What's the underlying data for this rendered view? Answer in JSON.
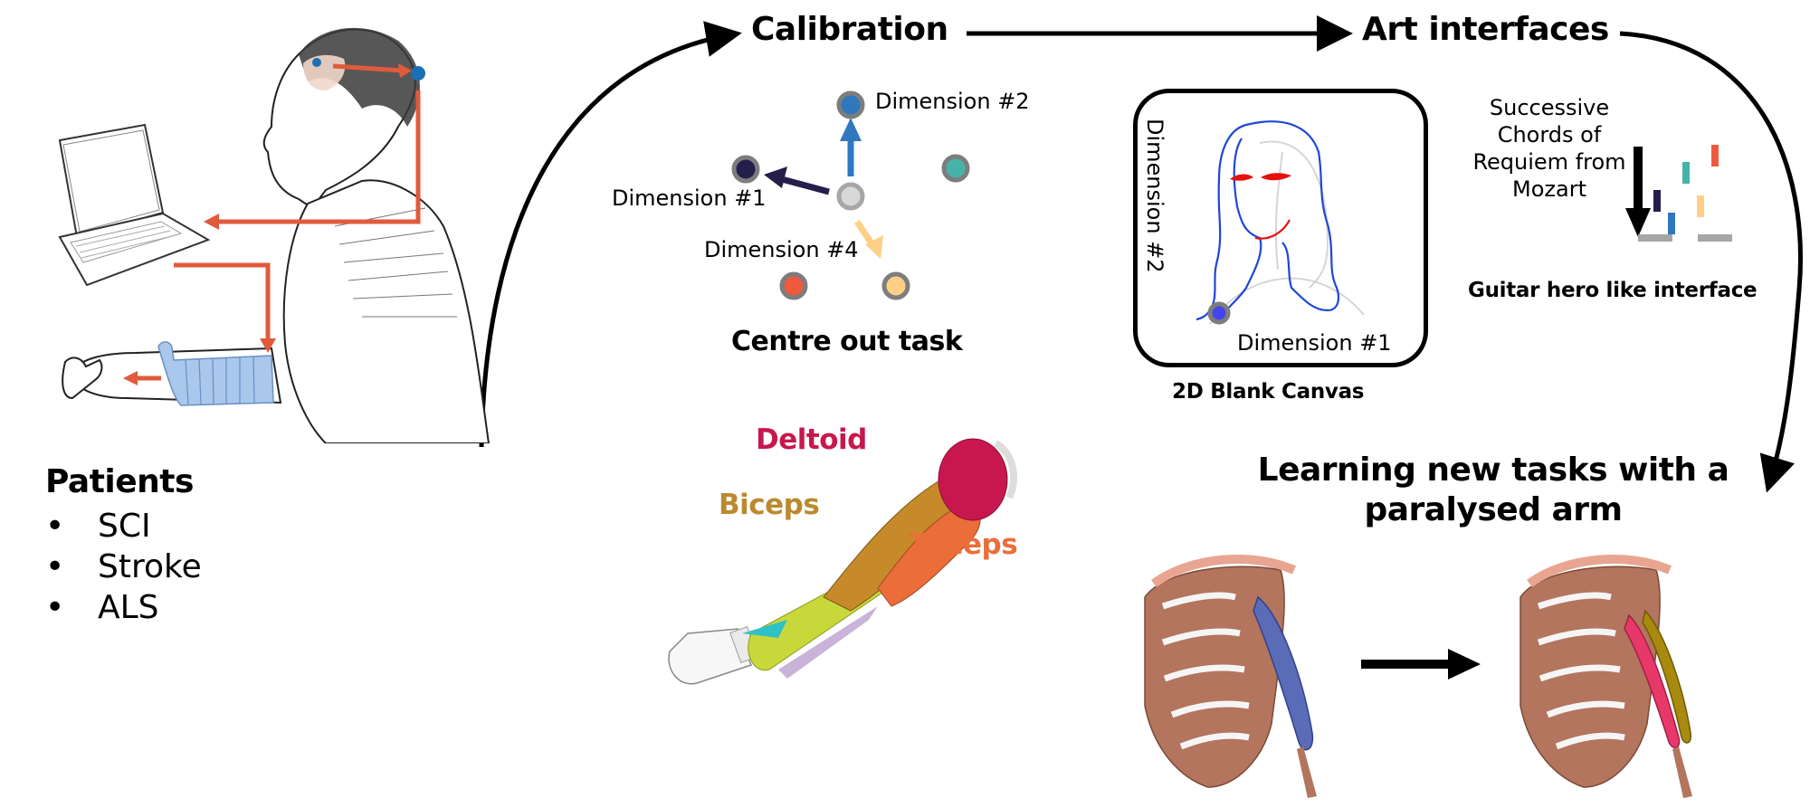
{
  "sections": {
    "calibration": {
      "title": "Calibration"
    },
    "art_interfaces": {
      "title": "Art interfaces"
    },
    "learning": {
      "title_line1": "Learning new tasks with a",
      "title_line2": "paralysed arm"
    }
  },
  "patients": {
    "title": "Patients",
    "bullet": "•",
    "items": [
      "SCI",
      "Stroke",
      "ALS"
    ]
  },
  "centre_out": {
    "caption": "Centre out task",
    "dimension_labels": {
      "dim1": "Dimension #1",
      "dim2": "Dimension #2",
      "dim4": "Dimension #4"
    },
    "colors": {
      "dim1": "#241f4a",
      "dim2": "#2f78bf",
      "teal": "#46b3a9",
      "red": "#ef5a3f",
      "yellow": "#fdd086",
      "centre": "#d8d8d8",
      "ring": "#7d7d7d"
    }
  },
  "muscles": {
    "deltoid": {
      "label": "Deltoid",
      "color": "#c8174f"
    },
    "biceps": {
      "label": "Biceps",
      "color": "#bb8a2e"
    },
    "triceps": {
      "label": "Triceps",
      "color": "#ea6d3a"
    }
  },
  "blank_canvas": {
    "caption": "2D Blank Canvas",
    "axis_x": "Dimension #1",
    "axis_y": "Dimension #2"
  },
  "guitar_hero": {
    "description_lines": [
      "Successive",
      "Chords of",
      "Requiem from",
      "Mozart"
    ],
    "caption": "Guitar hero like interface",
    "note_colors": [
      "#241f4a",
      "#2f78bf",
      "#46b3a9",
      "#fdd086",
      "#ef5a3f"
    ],
    "bar_color": "#a6a6a6"
  },
  "colors": {
    "flow_arrow": "#e05a3c",
    "electrode": "#1a6fb5",
    "sleeve": "#a9c8ec",
    "before_muscle": "#5a6bb8",
    "after_muscle_a": "#e8386a",
    "after_muscle_b": "#a88a0f"
  }
}
